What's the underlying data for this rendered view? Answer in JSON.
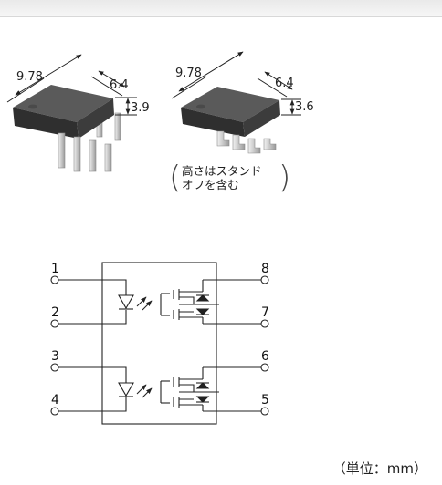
{
  "package_left": {
    "length": "9.78",
    "width": "6.4",
    "height": "3.9"
  },
  "package_right": {
    "length": "9.78",
    "width": "6.4",
    "height": "3.6"
  },
  "note": {
    "line1": "高さはスタンド",
    "line2": "オフを含む",
    "open": "(",
    "close": ")"
  },
  "pins": {
    "p1": "1",
    "p2": "2",
    "p3": "3",
    "p4": "4",
    "p5": "5",
    "p6": "6",
    "p7": "7",
    "p8": "8"
  },
  "unit_label": "（単位：mm）",
  "colors": {
    "chip_body": "#3d3d3d",
    "chip_top": "#555555",
    "lead": "#c9c9c9",
    "line": "#222222"
  }
}
